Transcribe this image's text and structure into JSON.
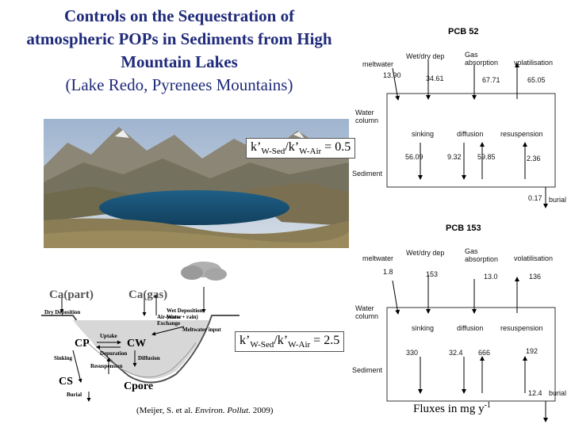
{
  "title": {
    "line1": "Controls on the Sequestration of",
    "line2": "atmospheric POPs in Sediments from High",
    "line3": "Mountain Lakes",
    "line4": "(Lake Redo, Pyrenees Mountains)"
  },
  "ratio1": {
    "a": "k’",
    "a_sub": "W-Sed",
    "b": "/k’",
    "b_sub": "W-Air",
    "c": " = 0.5"
  },
  "ratio2": {
    "a": "k’",
    "a_sub": "W-Sed",
    "b": "/k’",
    "b_sub": "W-Air",
    "c": " = 2.5"
  },
  "pcb52": {
    "title": "PCB 52",
    "labels": {
      "meltwater": "meltwater",
      "wetdry": "Wet/dry dep",
      "gas_absorption": "Gas absorption",
      "volatilisation": "volatilisation",
      "water_column": "Water column",
      "sinking": "sinking",
      "diffusion": "diffusion",
      "resuspension": "resuspension",
      "sediment": "Sediment",
      "burial": "burial"
    },
    "values": {
      "meltwater": "13.90",
      "wetdry": "34.61",
      "gas_absorption": "67.71",
      "volatilisation": "65.05",
      "sinking": "56.09",
      "diffusion_down": "9.32",
      "diffusion_up": "59.85",
      "resuspension": "2.36",
      "burial": "0.17"
    }
  },
  "pcb153": {
    "title": "PCB 153",
    "labels": {
      "meltwater": "meltwater",
      "wetdry": "Wet/dry dep",
      "gas_absorption": "Gas absorption",
      "volatilisation": "volatilisation",
      "water_column": "Water column",
      "sinking": "sinking",
      "diffusion": "diffusion",
      "resuspension": "resuspension",
      "sediment": "Sediment",
      "burial": "burial"
    },
    "values": {
      "meltwater": "1.8",
      "wetdry": "153",
      "gas_absorption": "13.0",
      "volatilisation": "136",
      "sinking": "330",
      "diffusion_down": "32.4",
      "diffusion_up": "666",
      "resuspension": "192",
      "burial": "12.4"
    }
  },
  "schematic": {
    "ca_part": "Ca(part)",
    "ca_gas": "Ca(gas)",
    "dry_deposition": "Dry Deposition",
    "wet_deposition": "Wet Deposition (snow + rain)",
    "air_water_exchange": "Air-Water Exchange",
    "meltwater_input": "Meltwater input",
    "uptake": "Uptake",
    "depuration": "Depuration",
    "cp": "CP",
    "cw": "CW",
    "sinking": "Sinking",
    "diffusion": "Diffusion",
    "resuspension": "Resuspension",
    "cs": "CS",
    "cpore": "Cpore",
    "burial": "Burial"
  },
  "citation": {
    "pre": "(Meijer, S. et al.  ",
    "journal": "Environ. Pollut.",
    "post": " 2009)"
  },
  "fluxes": {
    "text": "Fluxes in mg y",
    "exp": "-1"
  }
}
